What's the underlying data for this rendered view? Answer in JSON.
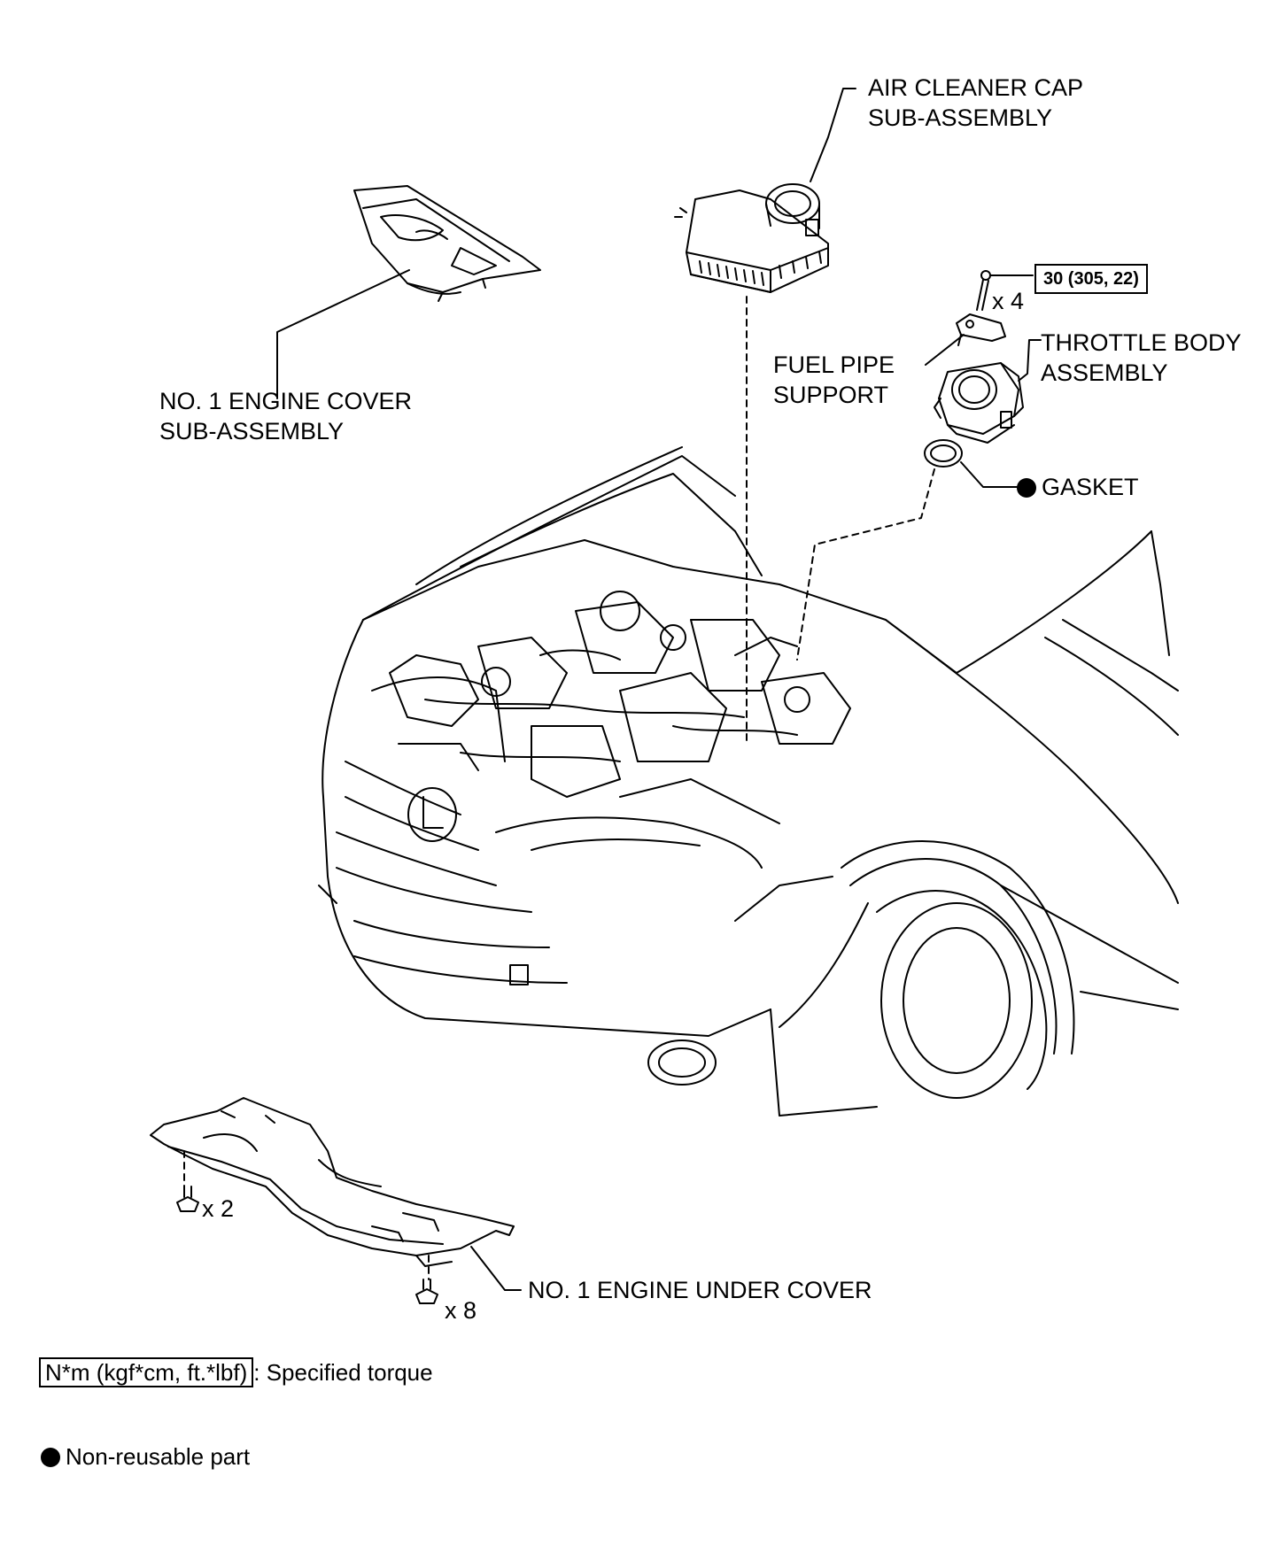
{
  "labels": {
    "air_cleaner": [
      "AIR CLEANER CAP",
      "SUB-ASSEMBLY"
    ],
    "engine_cover": [
      "NO. 1 ENGINE COVER",
      "SUB-ASSEMBLY"
    ],
    "fuel_pipe": [
      "FUEL PIPE",
      "SUPPORT"
    ],
    "throttle_body": [
      "THROTTLE BODY",
      "ASSEMBLY"
    ],
    "gasket": "GASKET",
    "under_cover": "NO. 1 ENGINE UNDER COVER"
  },
  "torque_value": "30 (305, 22)",
  "quantities": {
    "bolts_throttle": "x 4",
    "bolts_cover_a": "x 2",
    "bolts_cover_b": "x 8"
  },
  "legend": {
    "torque_unit": "N*m (kgf*cm, ft.*lbf)",
    "torque_desc": ": Specified torque",
    "nonreusable": "Non-reusable part"
  },
  "colors": {
    "ink": "#000000",
    "background": "#ffffff"
  }
}
